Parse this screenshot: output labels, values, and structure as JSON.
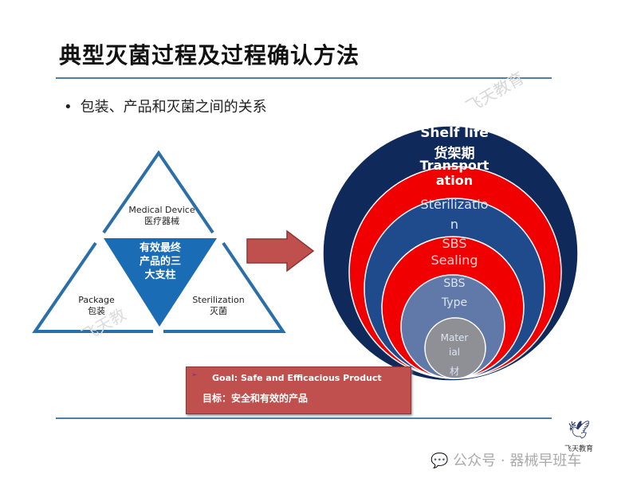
{
  "title": "典型灭菌过程及过程确认方法",
  "bullet": "包装、产品和灭菌之间的关系",
  "watermarks": [
    "飞天教育",
    "飞天教"
  ],
  "triangle": {
    "top": {
      "en": "Medical Device",
      "zh": "医疗器械"
    },
    "left": {
      "en": "Package",
      "zh": "包装"
    },
    "right": {
      "en": "Sterilization",
      "zh": "灭菌"
    },
    "center": [
      "有效最终",
      "产品的三",
      "大支柱"
    ]
  },
  "circles": [
    {
      "lines": [
        "Shelf life",
        "货架期"
      ],
      "color": "#0f2a5a"
    },
    {
      "lines": [
        "Transport",
        "ation"
      ],
      "color": "#f00000"
    },
    {
      "lines": [
        "Sterilizatio",
        "n"
      ],
      "color": "#1f4a8c"
    },
    {
      "lines": [
        "SBS",
        "Sealing"
      ],
      "color": "#f00000"
    },
    {
      "lines": [
        "SBS",
        "Type"
      ],
      "color": "#6079a8"
    },
    {
      "lines": [
        "Mater",
        "ial",
        "材"
      ],
      "color": "#8e9096"
    }
  ],
  "goal": {
    "en": "Goal: Safe and Efficacious Product",
    "zh": "目标：安全和有效的产品"
  },
  "footer": "公众号 · 器械早班车",
  "logo_text": "飞天教育"
}
